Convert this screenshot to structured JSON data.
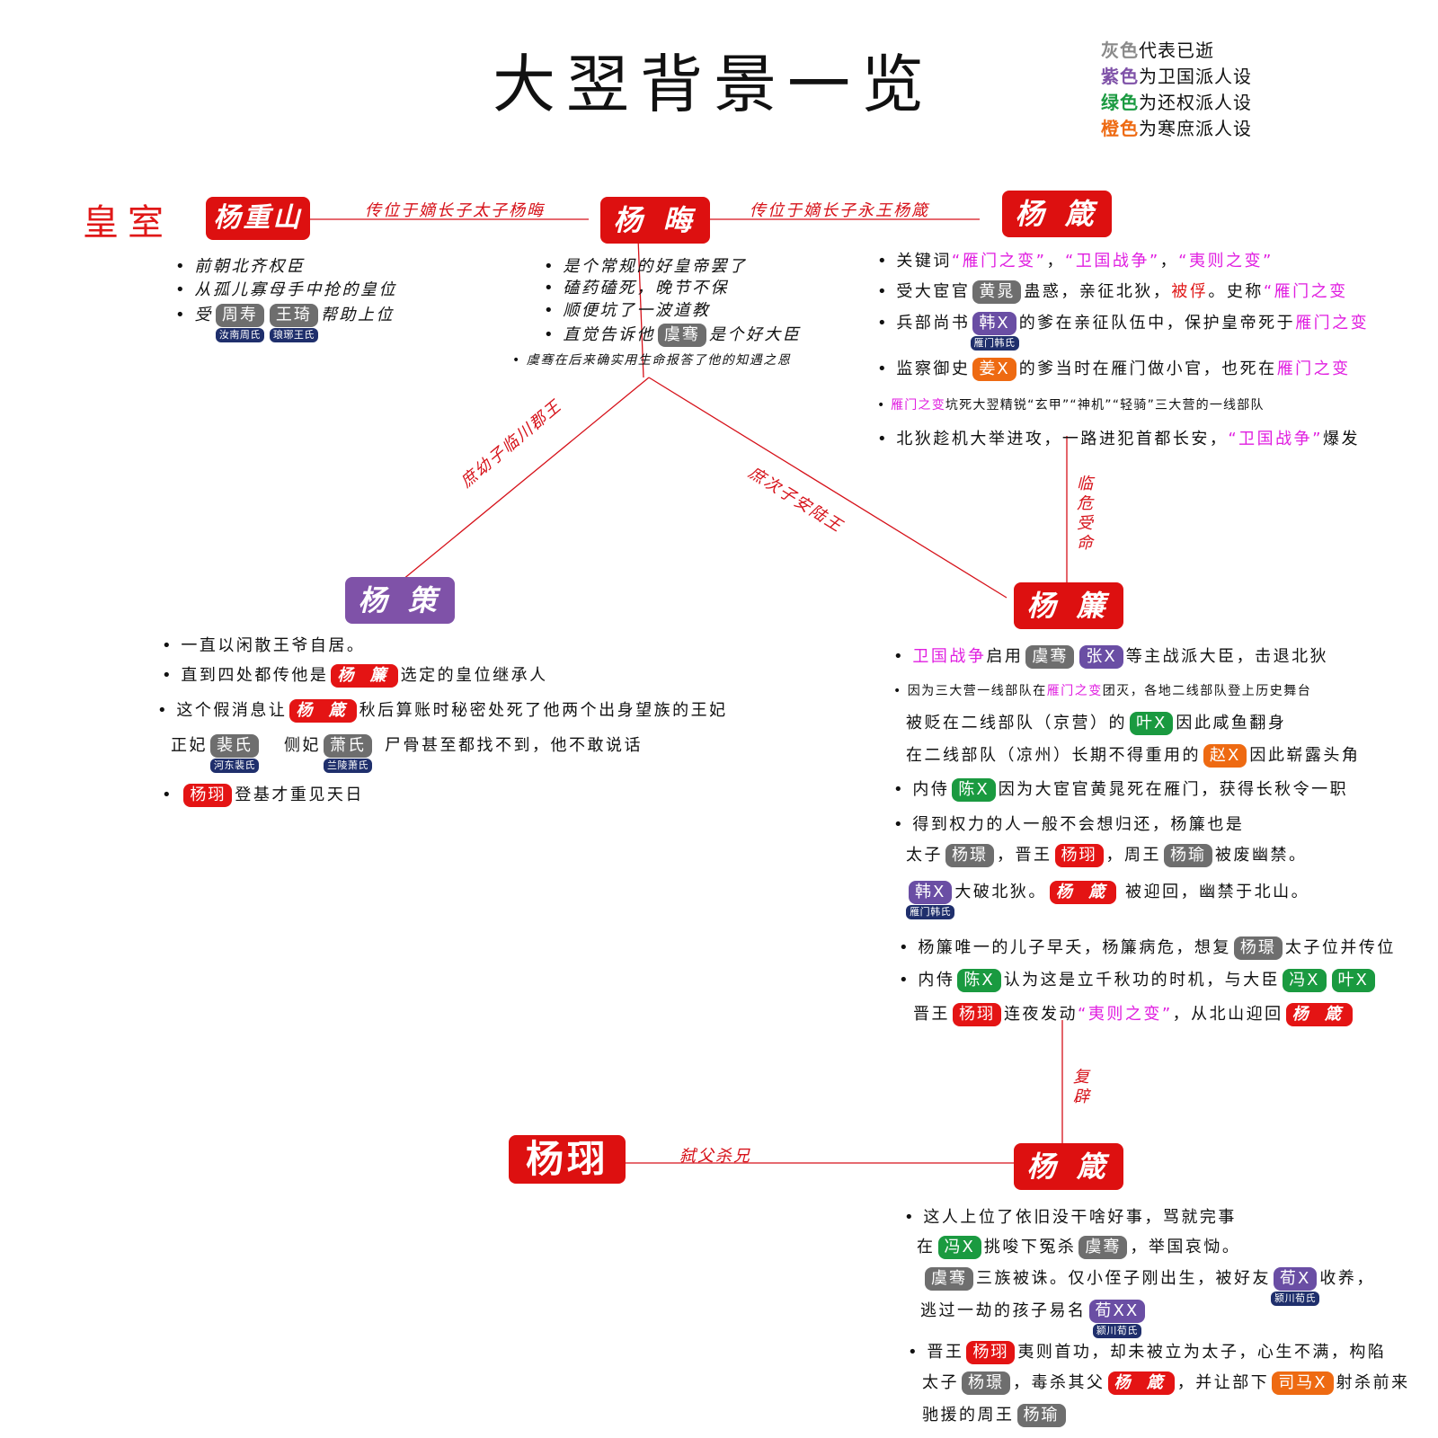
{
  "title": "大翌背景一览",
  "legend": [
    {
      "key": "灰色",
      "text": "代表已逝",
      "color": "#8a8a8a"
    },
    {
      "key": "紫色",
      "text": "为卫国派人设",
      "color": "#7f52a8"
    },
    {
      "key": "绿色",
      "text": "为还权派人设",
      "color": "#1a9a40"
    },
    {
      "key": "橙色",
      "text": "为寒庶派人设",
      "color": "#ee6a12"
    }
  ],
  "royal_label": "皇室",
  "nodes": {
    "chongshan": "杨重山",
    "hui": "杨 晦",
    "zhen1": "杨 箴",
    "ce": "杨 策",
    "kuang": "杨 簾",
    "xu": "杨珝",
    "zhen2": "杨 箴"
  },
  "edges": {
    "e1": "传位于嫡长子太子杨晦",
    "e2": "传位于嫡长子永王杨箴",
    "e3": "庶幼子临川郡王",
    "e4": "庶次子安陆王",
    "e5": "临危受命",
    "e6": "复辟",
    "e7": "弑父杀兄"
  },
  "badges": {
    "zhoushou": "周寿",
    "zhoushou_clan": "汝南周氏",
    "wangqi": "王琦",
    "wangqi_clan": "琅琊王氏",
    "yujian": "虞骞",
    "huangchen": "黄晁",
    "han": "韩X",
    "han_clan": "雁门韩氏",
    "jiang": "姜X",
    "zhang": "张X",
    "ye": "叶X",
    "zhao": "赵X",
    "chen": "陈X",
    "yanghuan": "杨璟",
    "yangxu": "杨珝",
    "yangyu": "杨瑜",
    "feng": "冯X",
    "gou": "荀X",
    "gou_clan": "颍川荀氏",
    "gouxx": "荀XX",
    "sima": "司马X",
    "pei": "裴氏",
    "pei_clan": "河东裴氏",
    "xiao": "萧氏",
    "xiao_clan": "兰陵萧氏",
    "kuang": "杨 簾",
    "zhen": "杨 箴"
  },
  "text": {
    "cs1": "• 前朝北齐权臣",
    "cs2": "• 从孤儿寡母手中抢的皇位",
    "cs3a": "• 受",
    "cs3b": "帮助上位",
    "h1": "• 是个常规的好皇帝罢了",
    "h2": "• 磕药磕死，晚节不保",
    "h3": "• 顺便坑了一波道教",
    "h4a": "• 直觉告诉他",
    "h4b": "是个好大臣",
    "h5": "• 虞骞在后来确实用生命报答了他的知遇之恩",
    "z1a": "• 关键词",
    "z1b": "“雁门之变”",
    "z1c": "，",
    "z1d": "“卫国战争”",
    "z1e": "，",
    "z1f": "“夷则之变”",
    "z2a": "• 受大宦官",
    "z2b": "蛊惑，亲征北狄，",
    "z2c": "被俘",
    "z2d": "。史称",
    "z2e": "“雁门之变",
    "z3a": "• 兵部尚书",
    "z3b": "的爹在亲征队伍中，保护皇帝死于",
    "z3c": "雁门之变",
    "z4a": "• 监察御史",
    "z4b": "的爹当时在雁门做小官，也死在",
    "z4c": "雁门之变",
    "z5a": "• ",
    "z5b": "雁门之变",
    "z5c": "坑死大翌精锐“玄甲”“神机”“轻骑”三大营的一线部队",
    "z6a": "• 北狄趁机大举进攻，一路进犯首都长安，",
    "z6b": "“卫国战争”",
    "z6c": "爆发",
    "c1": "• 一直以闲散王爷自居。",
    "c2a": "• 直到四处都传他是",
    "c2b": "选定的皇位继承人",
    "c3a": "• 这个假消息让",
    "c3b": "秋后算账时秘密处死了他两个出身望族的王妃",
    "c4a": "正妃",
    "c4b": "侧妃",
    "c4c": "尸骨甚至都找不到，他不敢说话",
    "c5a": "• ",
    "c5b": "登基才重见天日",
    "k1a": "• ",
    "k1b": "卫国战争",
    "k1c": "启用",
    "k1d": "等主战派大臣，击退北狄",
    "k2a": "• 因为三大营一线部队在",
    "k2b": "雁门之变",
    "k2c": "团灭，各地二线部队登上历史舞台",
    "k3a": "被贬在二线部队（京营）的",
    "k3b": "因此咸鱼翻身",
    "k4a": "在二线部队（凉州）长期不得重用的",
    "k4b": "因此崭露头角",
    "k5a": "• 内侍",
    "k5b": "因为大宦官黄晁死在雁门，获得长秋令一职",
    "k6": "• 得到权力的人一般不会想归还，杨簾也是",
    "k7a": "太子",
    "k7b": "，晋王",
    "k7c": "，周王",
    "k7d": "被废幽禁。",
    "k8a": "大破北狄。",
    "k8b": "被迎回，幽禁于北山。",
    "k9a": "• 杨簾唯一的儿子早夭，杨簾病危，想复",
    "k9b": "太子位并传位",
    "k10a": "• 内侍",
    "k10b": "认为这是立千秋功的时机，与大臣",
    "k11a": "晋王",
    "k11b": "连夜发动",
    "k11c": "“夷则之变”",
    "k11d": "，从北山迎回",
    "z7a": "• 这人上位了依旧没干啥好事，骂就完事",
    "z8a": "在",
    "z8b": "挑唆下冤杀",
    "z8c": "，举国哀恸。",
    "z9a": "三族被诛。仅小侄子刚出生，被好友",
    "z9b": "收养，",
    "z10a": "逃过一劫的孩子易名",
    "z11a": "• 晋王",
    "z11b": "夷则首功，却未被立为太子，心生不满，构陷",
    "z12a": "太子",
    "z12b": "，毒杀其父",
    "z12c": "，并让部下",
    "z12d": "射杀前来",
    "z13a": "驰援的周王"
  }
}
